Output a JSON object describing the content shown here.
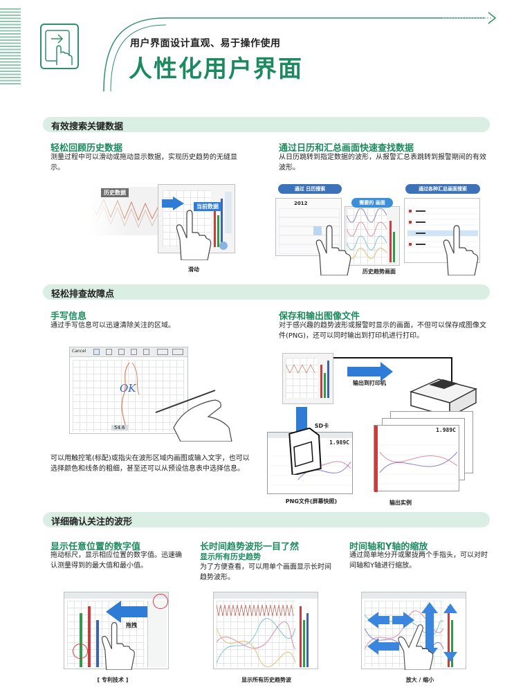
{
  "hero": {
    "subtitle": "用户界面设计直观、易于操作使用",
    "title": "人性化用户界面"
  },
  "sections": {
    "s1": {
      "bar": "有效搜索关键数据",
      "left": {
        "title": "轻松回顾历史数据",
        "desc": "测量过程中可以滑动或拖动显示数据，实现历史趋势的无缝显示。",
        "label_history": "历史数据",
        "label_current": "当前数据",
        "caption": "滑动"
      },
      "right": {
        "title": "通过日历和汇总画面快速查找数据",
        "desc": "从日历跳转到指定数据的波形，从报警汇总表跳转到报警期间的有效波形。",
        "pill_calendar": "通过 日历搜索",
        "pill_needed": "需要的 画面",
        "pill_summary": "通过各种汇总画面搜索",
        "cal_year": "2012",
        "caption": "历史趋势画面"
      }
    },
    "s2": {
      "bar": "轻松排查故障点",
      "left": {
        "title": "手写信息",
        "desc": "通过手写信息可以迅速清除关注的区域。",
        "tb_cancel": "Cancel",
        "ok_text": "OK",
        "value": "54.6",
        "desc2": "可以用触控笔(标配)或指尖在波形区域内画图或输入文字，也可以选择颜色和线条的粗细，甚至还可以从预设信息表中选择信息。"
      },
      "right": {
        "title": "保存和输出图像文件",
        "desc": "对于感兴趣的趋势波形或报警时显示的画面，不但可以保存成图像文件(PNG)，还可以同时输出到打印机进行打印。",
        "label_printer": "输出到打印机",
        "label_sd": "SD卡",
        "value_print": "1.989C",
        "value_png": "1.989C",
        "caption_png": "PNG文件(屏幕快照)",
        "caption_out": "输出实例"
      }
    },
    "s3": {
      "bar": "详细确认关注的波形",
      "c1": {
        "title": "显示任意位置的数字值",
        "desc": "拖动标尺，显示相应位置的数字值。迅速确认测量得到的最大值和最小值。",
        "drag_label": "拖拽",
        "caption": "[ 专利技术 ]"
      },
      "c2": {
        "title": "长时间趋势波形一目了然",
        "subtitle": "显示所有历史趋势",
        "desc": "为了方便查看，可以用单个画面显示长时间趋势波形。",
        "caption": "显示所有历史趋势波"
      },
      "c3": {
        "title": "时间轴和Y轴的缩放",
        "desc": "通过简单地分开或聚拢两个手指头，可以对时间轴和Y轴进行缩放。",
        "caption": "放大 / 缩小"
      }
    }
  },
  "colors": {
    "brand": "#1b8a5e",
    "bar_bg": "#dbeee4",
    "blue": "#2e7cd6"
  }
}
